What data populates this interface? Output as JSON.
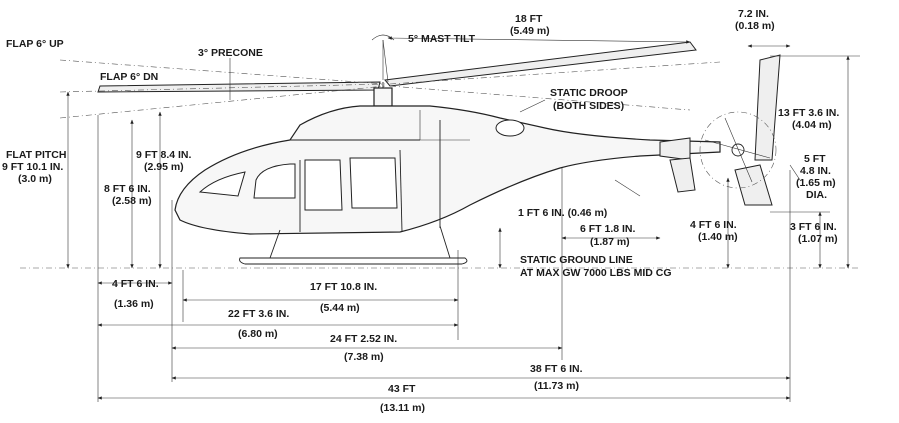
{
  "labels": {
    "flap_up": "FLAP 6° UP",
    "flap_dn": "FLAP 6° DN",
    "precone": "3° PRECONE",
    "mast_tilt": "5° MAST TILT",
    "static_droop_1": "STATIC DROOP",
    "static_droop_2": "(BOTH SIDES)",
    "flat_pitch_1": "FLAT PITCH",
    "flat_pitch_2": "9 FT 10.1 IN.",
    "flat_pitch_3": "(3.0 m)",
    "ground_line_1": "STATIC GROUND LINE",
    "ground_line_2": "AT MAX GW 7000 LBS MID CG"
  },
  "dimensions": {
    "rotor_radius_ft": "18 FT",
    "rotor_radius_m": "(5.49 m)",
    "tail_offset_in": "7.2 IN.",
    "tail_offset_m": "(0.18 m)",
    "tail_height_ft": "13 FT 3.6 IN.",
    "tail_height_m": "(4.04 m)",
    "tail_rotor_dia_1": "5 FT",
    "tail_rotor_dia_2": "4.8 IN.",
    "tail_rotor_dia_3": "(1.65 m)",
    "tail_rotor_dia_4": "DIA.",
    "mast_height_ft": "9 FT 8.4 IN.",
    "mast_height_m": "(2.95 m)",
    "droop_height_ft": "8 FT 6 IN.",
    "droop_height_m": "(2.58 m)",
    "skid_clear_ft": "1 FT 6 IN. (0.46 m)",
    "stab_width_ft": "6 FT 1.8 IN.",
    "stab_width_m": "(1.87 m)",
    "stab_height_ft": "4 FT 6 IN.",
    "stab_height_m": "(1.40 m)",
    "tail_clear_ft": "3 FT 6 IN.",
    "tail_clear_m": "(1.07 m)",
    "nose_ft": "4 FT 6 IN.",
    "nose_m": "(1.36 m)",
    "skid_len_ft": "17 FT 10.8 IN.",
    "skid_len_m": "(5.44 m)",
    "d22_ft": "22 FT 3.6 IN.",
    "d22_m": "(6.80 m)",
    "d24_ft": "24 FT 2.52 IN.",
    "d24_m": "(7.38 m)",
    "d38_ft": "38 FT 6 IN.",
    "d38_m": "(11.73 m)",
    "d43_ft": "43 FT",
    "d43_m": "(13.11 m)"
  }
}
